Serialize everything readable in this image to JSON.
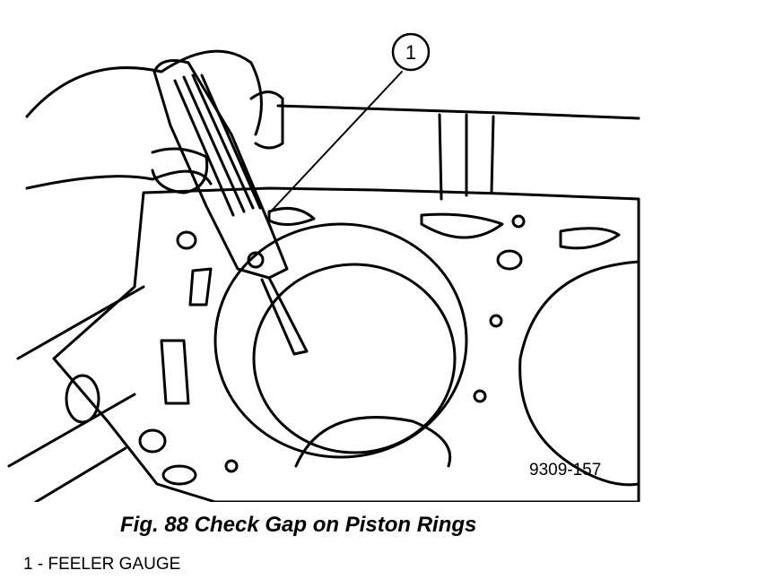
{
  "figure": {
    "callout_number": "1",
    "drawing_id": "9309-157",
    "caption": "Fig. 88 Check Gap on Piston Rings"
  },
  "legend": {
    "items": [
      {
        "number": "1",
        "separator": " - ",
        "label": "FEELER GAUGE"
      }
    ]
  },
  "icons": {
    "illustration": "engine-block-feeler-gauge-illustration"
  }
}
